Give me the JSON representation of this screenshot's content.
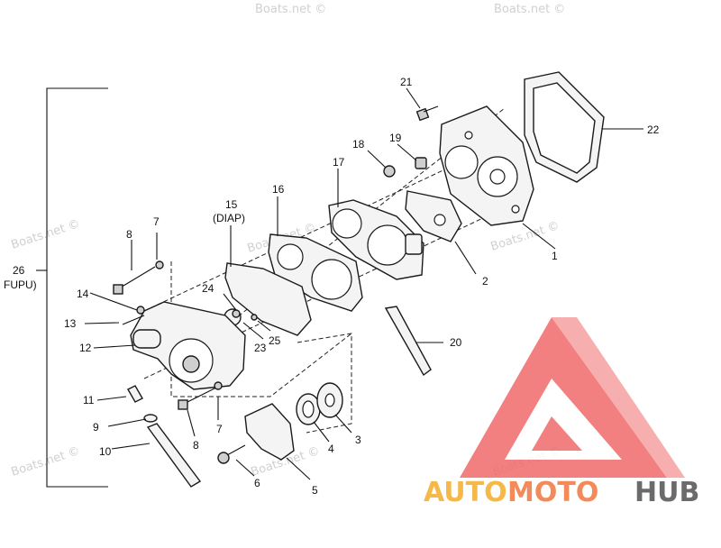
{
  "callouts": {
    "c1": "1",
    "c2": "2",
    "c3": "3",
    "c4": "4",
    "c5": "5",
    "c6": "6",
    "c7a": "7",
    "c7b": "7",
    "c8a": "8",
    "c8b": "8",
    "c9": "9",
    "c10": "10",
    "c11": "11",
    "c12": "12",
    "c13": "13",
    "c14": "14",
    "c15": "15",
    "c15sub": "(DIAP)",
    "c16": "16",
    "c17": "17",
    "c18": "18",
    "c19": "19",
    "c20": "20",
    "c21": "21",
    "c22": "22",
    "c23": "23",
    "c24": "24",
    "c25": "25",
    "c26": "26",
    "c26sub": "FUPU)"
  },
  "watermark": "Boats.net ©",
  "logo": {
    "part1": "AUTO",
    "part2": "MOTO",
    "part3": "HUB"
  }
}
